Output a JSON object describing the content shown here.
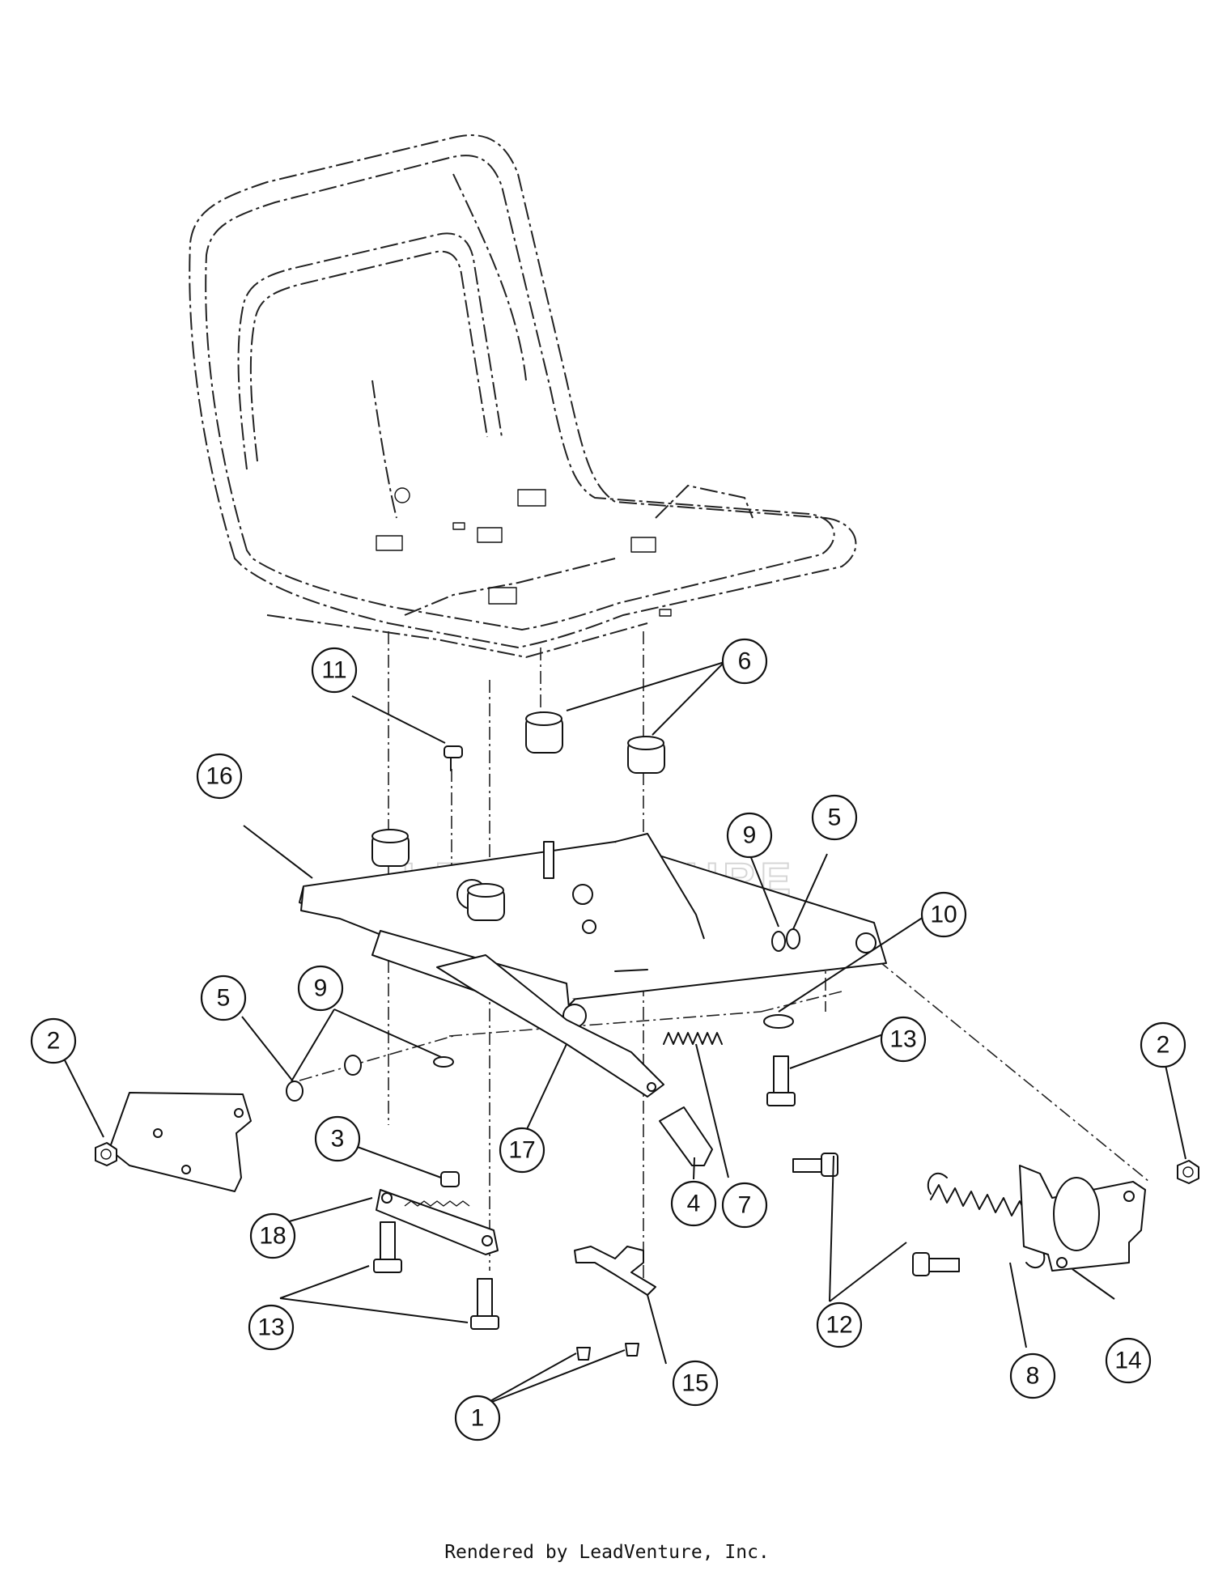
{
  "credit": "Rendered by LeadVenture, Inc.",
  "watermark": "LEADVENTURE",
  "callouts": [
    {
      "label": "1",
      "target": "screw"
    },
    {
      "label": "2",
      "target": "nut-left"
    },
    {
      "label": "2",
      "target": "nut-right"
    },
    {
      "label": "3",
      "target": "nut-small"
    },
    {
      "label": "4",
      "target": "knob-cap"
    },
    {
      "label": "5",
      "target": "washer-left"
    },
    {
      "label": "5",
      "target": "washer-right"
    },
    {
      "label": "6",
      "target": "rubber-bumper"
    },
    {
      "label": "7",
      "target": "spring-small"
    },
    {
      "label": "8",
      "target": "spring-large"
    },
    {
      "label": "9",
      "target": "washer-flat-left"
    },
    {
      "label": "9",
      "target": "washer-flat-right"
    },
    {
      "label": "10",
      "target": "washer-large"
    },
    {
      "label": "11",
      "target": "push-pin"
    },
    {
      "label": "12",
      "target": "bolt"
    },
    {
      "label": "13",
      "target": "shoulder-bolt-right"
    },
    {
      "label": "13",
      "target": "shoulder-bolt-left"
    },
    {
      "label": "14",
      "target": "bracket-right"
    },
    {
      "label": "15",
      "target": "switch-bracket"
    },
    {
      "label": "16",
      "target": "seat-pan"
    },
    {
      "label": "17",
      "target": "adjust-lever"
    },
    {
      "label": "18",
      "target": "slide-rail"
    }
  ]
}
